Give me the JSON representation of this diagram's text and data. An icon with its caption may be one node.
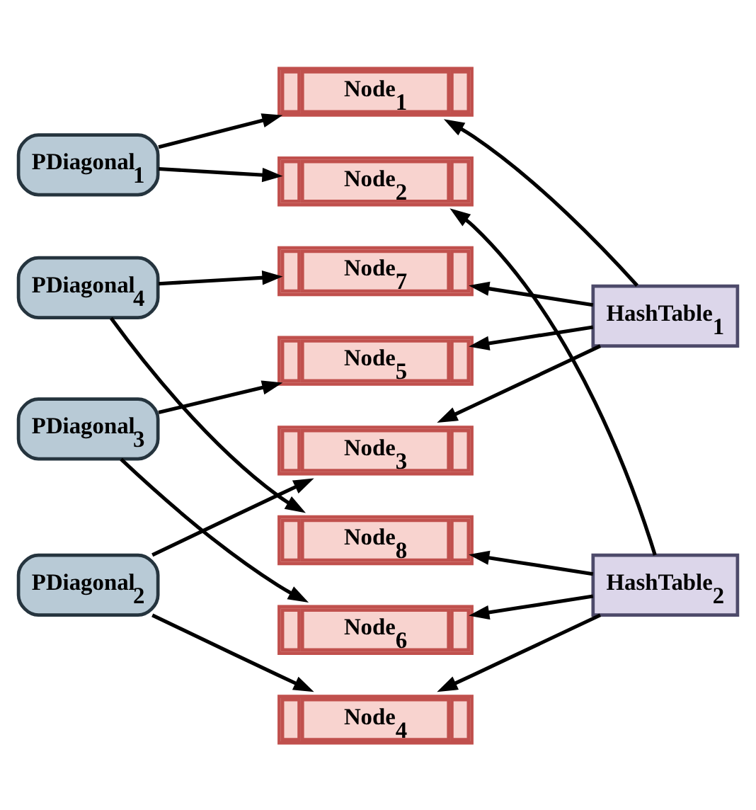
{
  "diagram": {
    "nodes": [
      {
        "text": [
          "PDiagonal$_{1}$"
        ]
      },
      {
        "text": [
          "PDiagonal$_{2}$"
        ]
      },
      {
        "text": [
          "PDiagonal$_{3}$"
        ]
      },
      {
        "text": [
          "PDiagonal$_{4}$"
        ]
      },
      {
        "text": [
          "Node$_{1}$"
        ]
      },
      {
        "text": [
          "Node$_{2}$"
        ]
      },
      {
        "text": [
          "Node$_{3}$"
        ]
      },
      {
        "text": [
          "Node$_{4}$"
        ]
      },
      {
        "text": [
          "Node$_{5}$"
        ]
      },
      {
        "text": [
          "Node$_{6}$"
        ]
      },
      {
        "text": [
          "Node$_{7}$"
        ]
      },
      {
        "text": [
          "Node$_{8}$"
        ]
      },
      {
        "text": [
          "HashTable$_{1}$"
        ]
      },
      {
        "text": [
          "HashTable$_{2}$"
        ]
      }
    ],
    "edges": [
      {
        "from": 0,
        "to": 4,
        "arrow": "to"
      },
      {
        "from": 0,
        "to": 5,
        "arrow": "to"
      },
      {
        "from": 1,
        "to": 6,
        "arrow": "to"
      },
      {
        "from": 1,
        "to": 7,
        "arrow": "to"
      },
      {
        "from": 2,
        "to": 8,
        "arrow": "to"
      },
      {
        "from": 2,
        "to": 9,
        "arrow": "to"
      },
      {
        "from": 3,
        "to": 10,
        "arrow": "to"
      },
      {
        "from": 3,
        "to": 11,
        "arrow": "to"
      },
      {
        "from": 12,
        "to": 4,
        "arrow": "to"
      },
      {
        "from": 12,
        "to": 6,
        "arrow": "to"
      },
      {
        "from": 12,
        "to": 8,
        "arrow": "to"
      },
      {
        "from": 12,
        "to": 10,
        "arrow": "to"
      },
      {
        "from": 13,
        "to": 5,
        "arrow": "to"
      },
      {
        "from": 13,
        "to": 7,
        "arrow": "to"
      },
      {
        "from": 13,
        "to": 9,
        "arrow": "to"
      },
      {
        "from": 13,
        "to": 11,
        "arrow": "to"
      }
    ]
  }
}
